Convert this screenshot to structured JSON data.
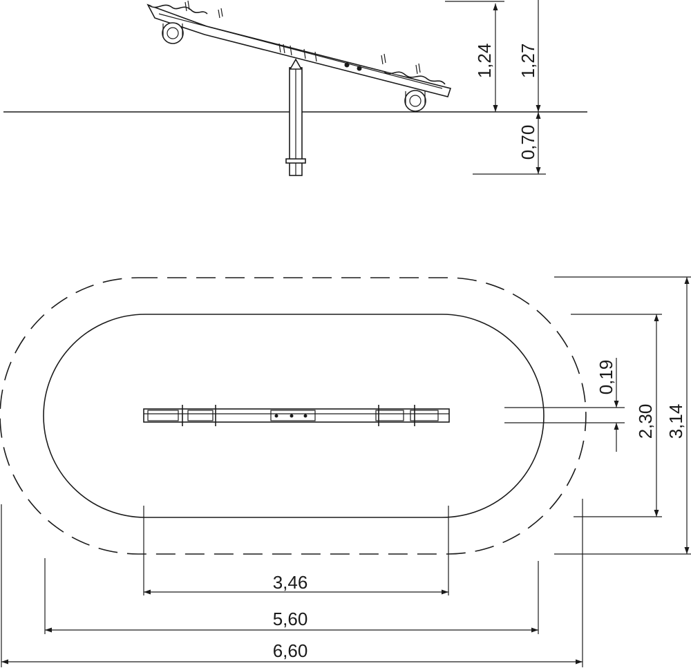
{
  "side_view": {
    "dims": {
      "height_inner": "1,24",
      "height_outer": "1,27",
      "depth": "0,70"
    }
  },
  "top_view": {
    "dims": {
      "beam_width": "0,19",
      "inner_width": "2,30",
      "outer_width": "3,14",
      "beam_length": "3,46",
      "inner_length": "5,60",
      "outer_length": "6,60"
    }
  }
}
